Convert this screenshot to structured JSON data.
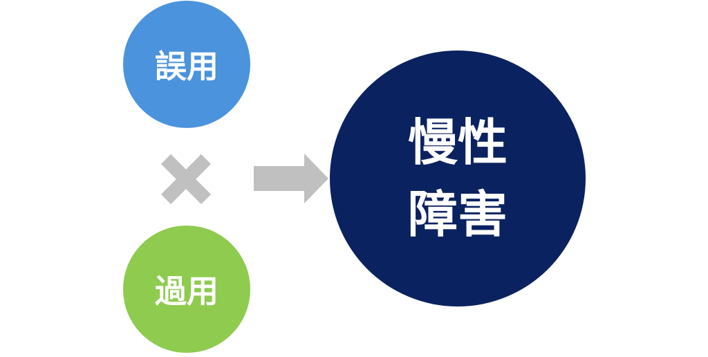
{
  "inputs": [
    {
      "label": "誤用",
      "color": "#4b93dc"
    },
    {
      "label": "過用",
      "color": "#8ecb4f"
    }
  ],
  "result": {
    "line1": "慢性",
    "line2": "障害",
    "color": "#0b2260"
  },
  "connector_color": "#c0c0c0"
}
